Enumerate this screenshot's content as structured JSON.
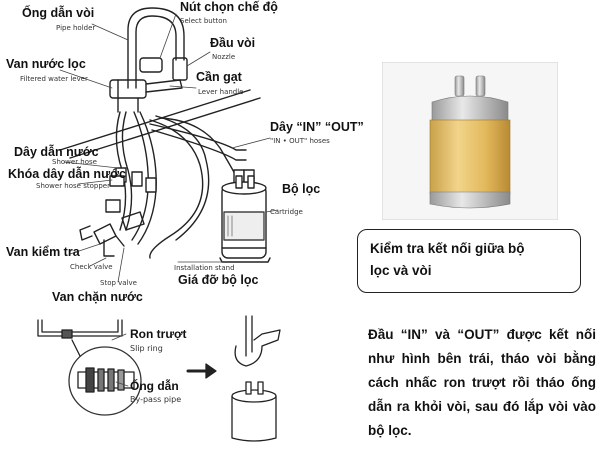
{
  "labels": {
    "pipe_holder_vn": "Ống dẫn vòi",
    "pipe_holder_en": "Pipe holder",
    "select_button_vn": "Nút chọn chế độ",
    "select_button_en": "Select button",
    "nozzle_vn": "Đầu vòi",
    "nozzle_en": "Nozzle",
    "filtered_lever_vn": "Van nước lọc",
    "filtered_lever_en": "Filtered water lever",
    "lever_handle_vn": "Cần gạt",
    "lever_handle_en": "Lever handle",
    "in_out_hoses_vn": "Dây “IN” “OUT”",
    "in_out_hoses_en": "\"IN • OUT\" hoses",
    "shower_hose_vn": "Dây dẫn nước",
    "shower_hose_en": "Shower hose",
    "shower_hose_stopper_vn": "Khóa dây dẫn nước",
    "shower_hose_stopper_en": "Shower hose stopper",
    "filter_vn": "Bộ lọc",
    "cartridge_en": "Cartridge",
    "check_valve_vn": "Van kiểm tra",
    "check_valve_en": "Check valve",
    "stop_valve_en": "Stop valve",
    "installation_stand_en": "Installation stand",
    "stand_vn": "Giá đỡ bộ lọc",
    "stop_valve_vn": "Van chặn nước",
    "slip_ring_vn": "Ron trượt",
    "slip_ring_en": "Slip ring",
    "bypass_pipe_vn": "Ống dẫn",
    "bypass_pipe_en": "By-pass pipe"
  },
  "callout": {
    "line1": "Kiểm tra kết nối giữa bộ",
    "line2": "lọc và vòi"
  },
  "instructions": {
    "text": "Đầu “IN” và “OUT” được kết nối như hình bên trái, tháo vòi bằng cách nhấc ron trượt rồi tháo ống dẫn ra khỏi vòi, sau đó lắp vòi vào bộ lọc."
  }
}
